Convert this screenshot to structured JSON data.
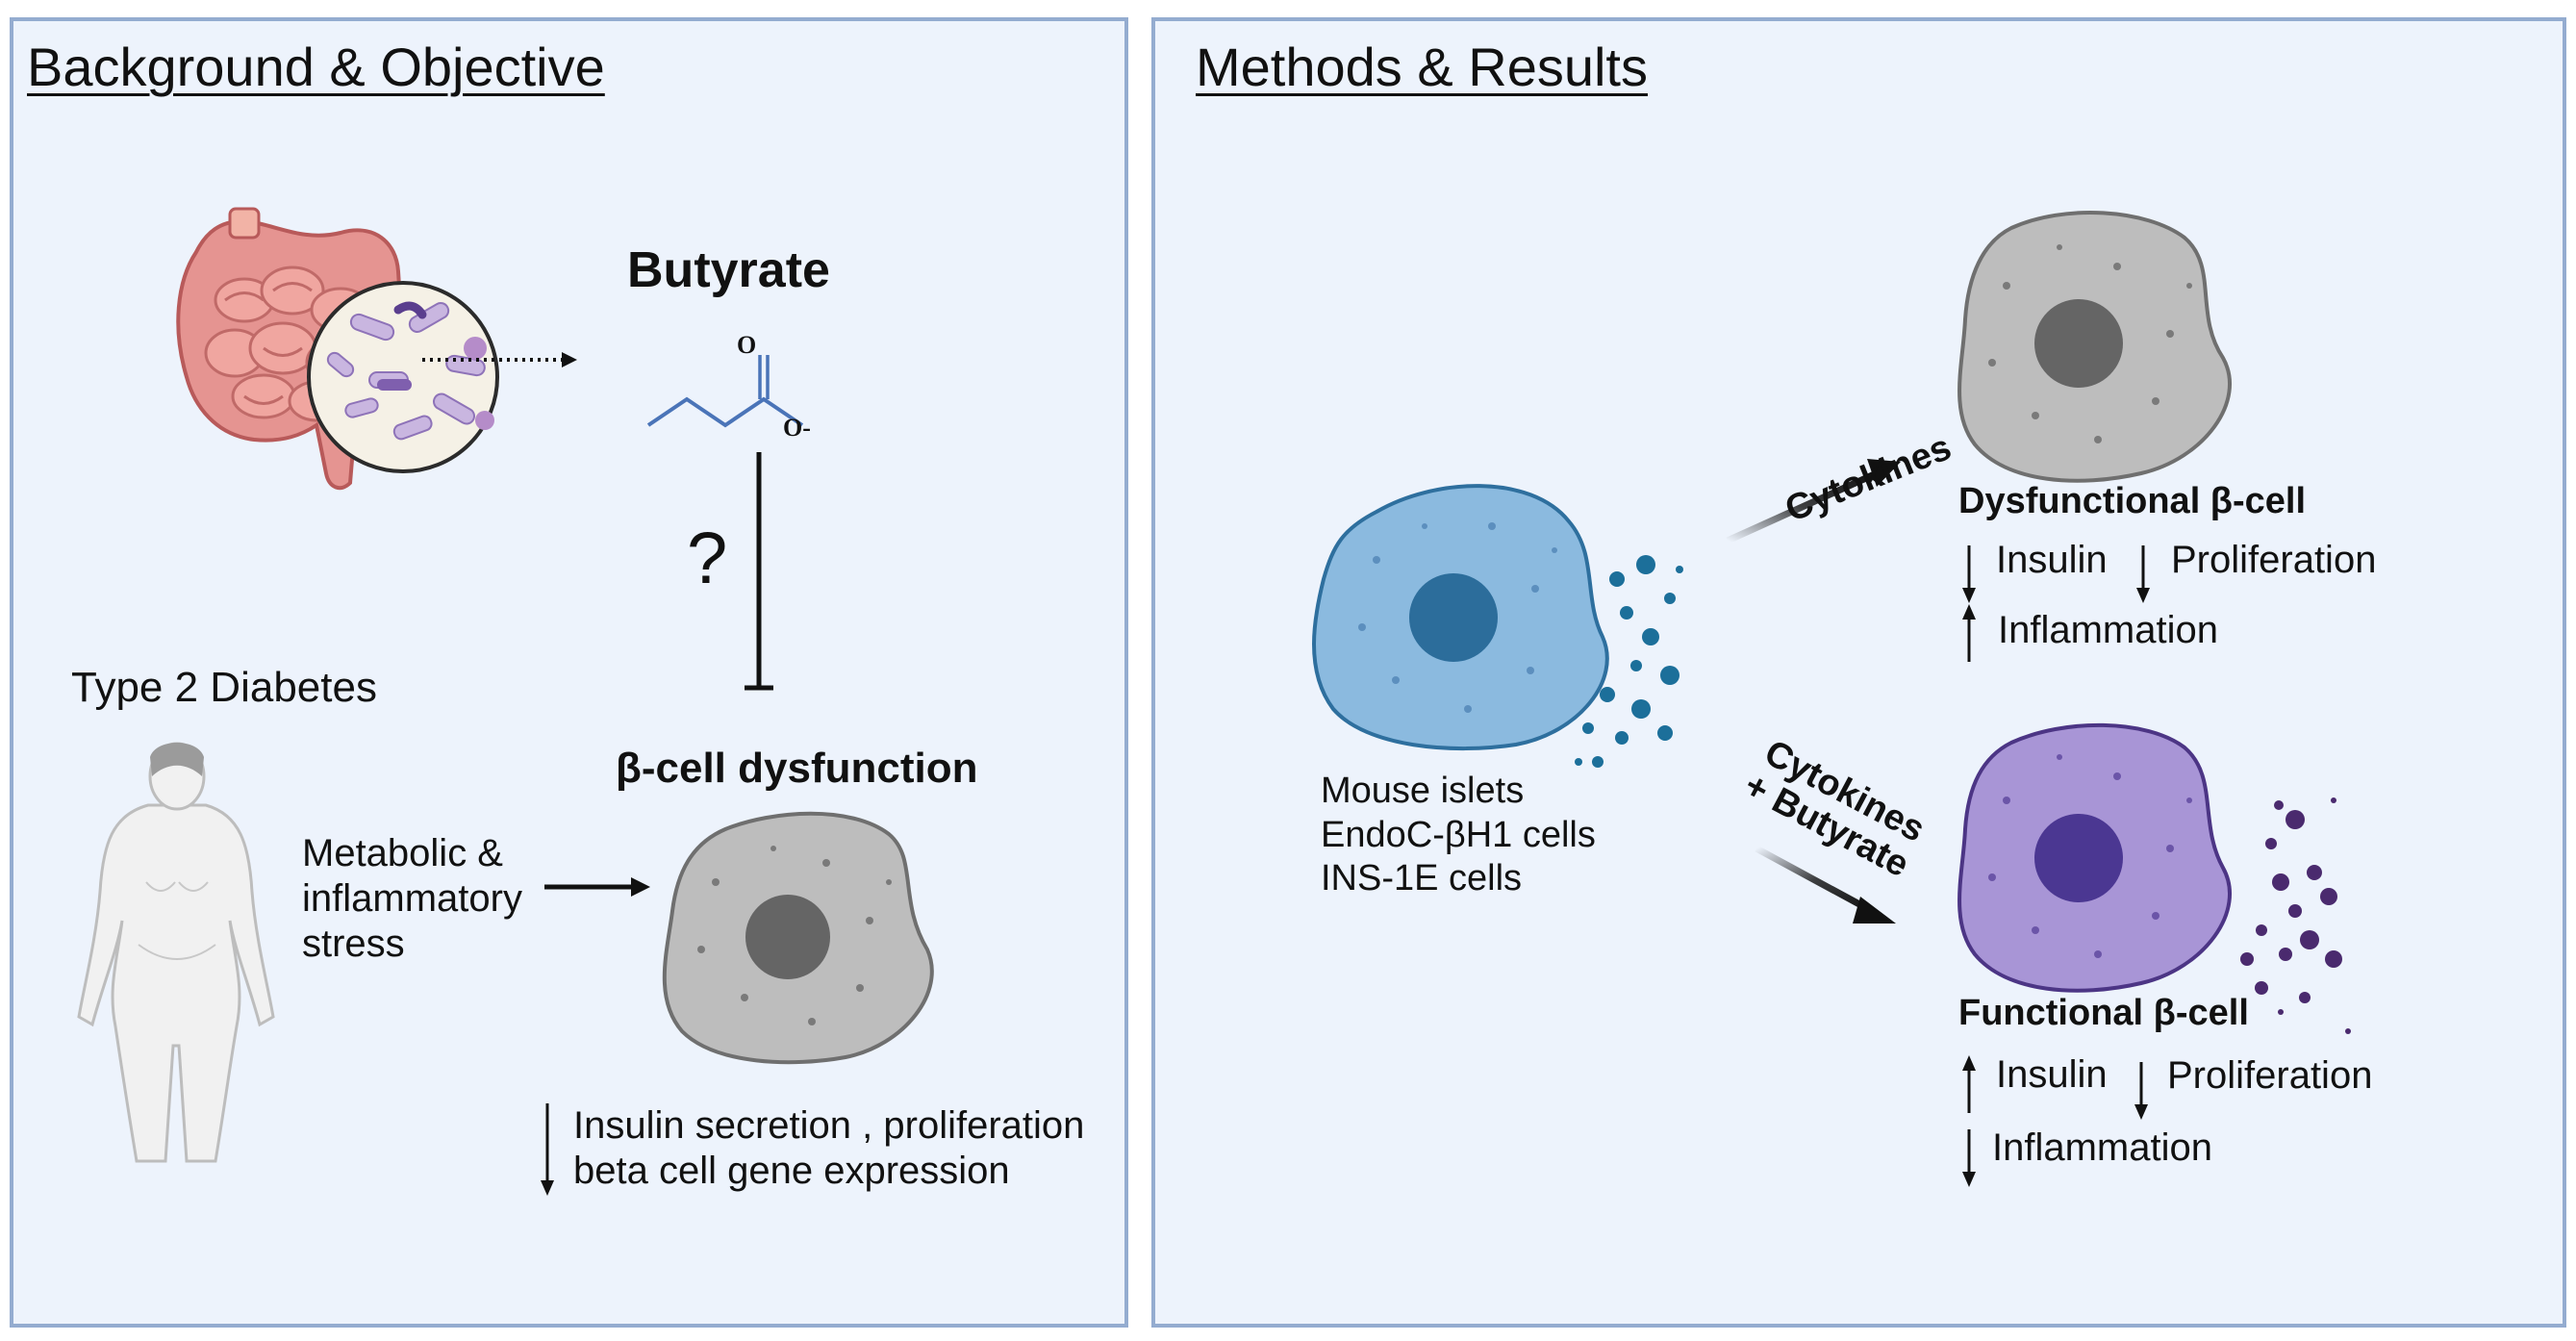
{
  "left_panel": {
    "title": "Background & Objective",
    "butyrate_label": "Butyrate",
    "molecule_o_top": "O",
    "molecule_o_minus": "O-",
    "question_mark": "?",
    "type2_label": "Type 2 Diabetes",
    "stress_label": "Metabolic &\ninflammatory\nstress",
    "dysfunction_label": "β-cell dysfunction",
    "consequence_line1": "Insulin secretion , proliferation",
    "consequence_line2": "beta cell gene expression"
  },
  "right_panel": {
    "title": "Methods & Results",
    "models_text": "Mouse islets\nEndoC-βH1 cells\nINS-1E cells",
    "arrow_top_label": "Cytokines",
    "arrow_bottom_label": "Cytokines\n+ Butyrate",
    "dysfunctional_title": "Dysfunctional β-cell",
    "dys_insulin": "Insulin",
    "dys_proliferation": "Proliferation",
    "dys_inflammation": "Inflammation",
    "functional_title": "Functional β-cell",
    "fun_insulin": "Insulin",
    "fun_proliferation": "Proliferation",
    "fun_inflammation": "Inflammation"
  },
  "colors": {
    "panel_bg": "#edf3fc",
    "panel_border": "#94acd0",
    "gray_cell": "#bdbdbd",
    "blue_cell": "#8bbadf",
    "purple_cell": "#a895d6",
    "blue_dots": "#1c6f9a",
    "purple_dots": "#4a2a6e",
    "molecule": "#4a74b8"
  }
}
